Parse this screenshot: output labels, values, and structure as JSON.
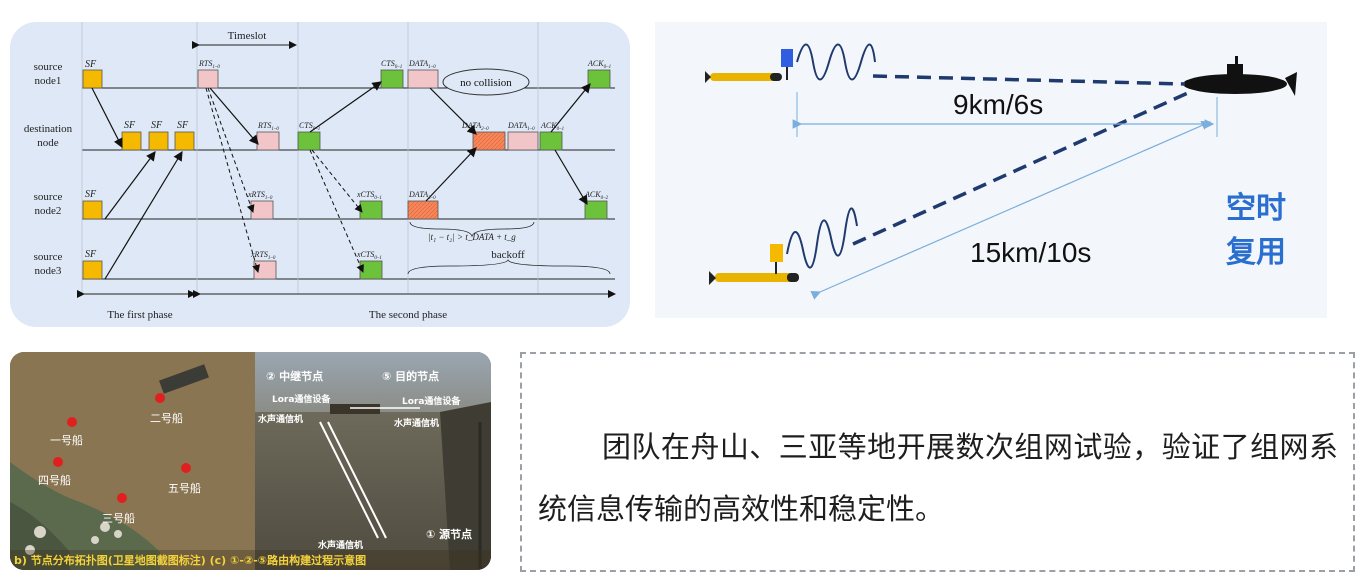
{
  "timing_diagram": {
    "row_labels": [
      {
        "line1": "source",
        "line2": "node1"
      },
      {
        "line1": "destination",
        "line2": "node"
      },
      {
        "line1": "source",
        "line2": "node2"
      },
      {
        "line1": "source",
        "line2": "node3"
      }
    ],
    "timeslot_label": "Timeslot",
    "no_collision_label": "no collision",
    "backoff_label": "backoff",
    "first_phase_label": "The first phase",
    "second_phase_label": "The second phase",
    "sf": "SF",
    "rts": "RTS",
    "cts": "CTS",
    "xrts": "xRTS",
    "xcts": "xCTS",
    "data": "DATA",
    "ack": "ACK",
    "sub_1_0": "1–0",
    "sub_0_1": "0–1",
    "sub_2_0": "2–0",
    "sub_0_2": "0–2",
    "inequality": "|t₁ − t₂| > t_DATA + t_g",
    "colors": {
      "sf": "#f5b900",
      "rts": "#f2c6c8",
      "cts": "#6cc23a",
      "data_orange": "#f5875a",
      "data_pink": "#f2c6c8"
    }
  },
  "auv_diagram": {
    "distance_top": "9km/6s",
    "distance_bottom": "15km/10s",
    "label_line1": "空时",
    "label_line2": "复用",
    "colors": {
      "label": "#2a6fd0",
      "dash_line": "#1f3a6e",
      "dim_line": "#7aaedc"
    }
  },
  "photo": {
    "ships": [
      "二号船",
      "一号船",
      "四号船",
      "五号船",
      "三号船"
    ],
    "relay_node": "② 中继节点",
    "destination_node": "⑤ 目的节点",
    "source_node": "① 源节点",
    "lora_left": "Lora通信设备",
    "lora_right": "Lora通信设备",
    "acoustic_left": "水声通信机",
    "acoustic_right": "水声通信机",
    "acoustic_bottom": "水声通信机",
    "caption": "b) 节点分布拓扑图(卫星地图截图标注)  (c) ①-②-⑤路由构建过程示意图"
  },
  "summary_text": "团队在舟山、三亚等地开展数次组网试验，验证了组网系统信息传输的高效性和稳定性。"
}
